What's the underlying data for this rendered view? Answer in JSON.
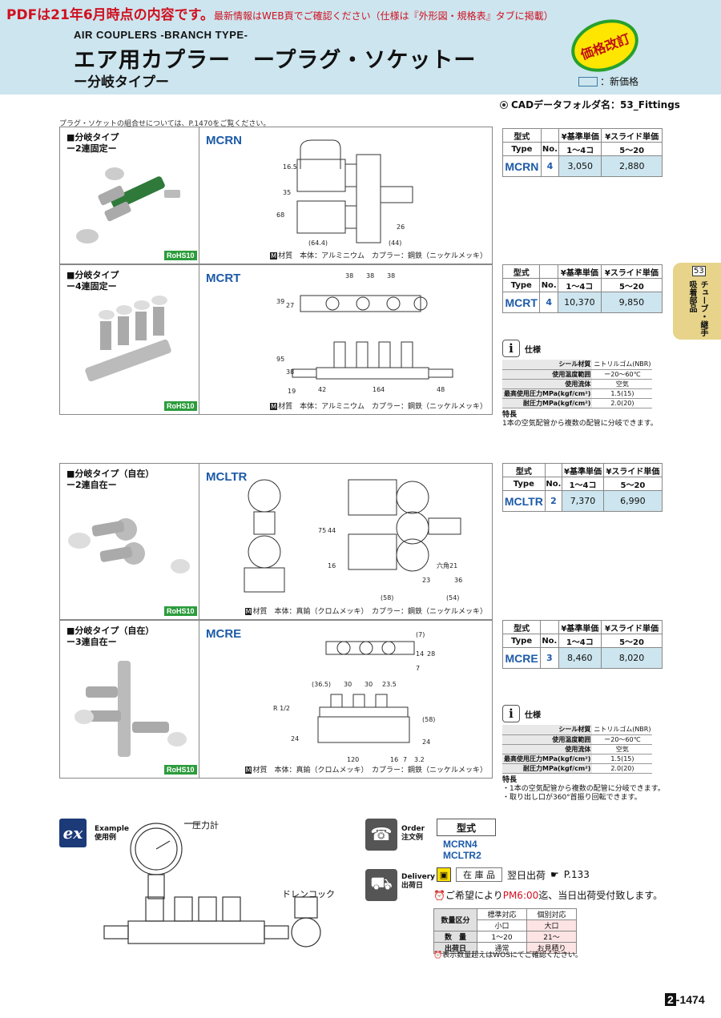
{
  "header": {
    "pdf_notice_main": "PDFは21年6月時点の内容です。",
    "pdf_notice_sub": "最新情報はWEB頁でご確認ください（仕様は『外形図・規格表』タブに掲載）",
    "english_title": "AIR COUPLERS -BRANCH TYPE-",
    "title": "エア用カプラー　ープラグ・ソケットー",
    "subtitle": "ー分岐タイプー",
    "price_badge": "価格改訂",
    "new_price_legend": "：新価格"
  },
  "cad": "CADデータフォルダ名：53_Fittings",
  "combo_note": "プラグ・ソケットの組合せについては、P.1470をご覧ください。",
  "sections": [
    {
      "label1": "■分岐タイプ",
      "label2": "ー2連固定ー",
      "model": "MCRN",
      "rohs": "RoHS10",
      "material": "材質　本体：アルミニウム　カプラー：鋼鉄（ニッケルメッキ）",
      "dims": [
        "16.5",
        "35",
        "68",
        "26",
        "(64.4)",
        "(44)"
      ]
    },
    {
      "label1": "■分岐タイプ",
      "label2": "ー4連固定ー",
      "model": "MCRT",
      "rohs": "RoHS10",
      "material": "材質　本体：アルミニウム　カプラー：鋼鉄（ニッケルメッキ）",
      "dims": [
        "38",
        "38",
        "38",
        "39",
        "27",
        "95",
        "38",
        "19",
        "42",
        "164",
        "48"
      ]
    },
    {
      "label1": "■分岐タイプ（自在）",
      "label2": "ー2連自在ー",
      "model": "MCLTR",
      "rohs": "RoHS10",
      "material": "材質　本体：真鍮（クロムメッキ）　カプラー：鋼鉄（ニッケルメッキ）",
      "dims": [
        "75",
        "44",
        "16",
        "六角21",
        "23",
        "36",
        "(58)",
        "(54)"
      ]
    },
    {
      "label1": "■分岐タイプ（自在）",
      "label2": "ー3連自在ー",
      "model": "MCRE",
      "rohs": "RoHS10",
      "material": "材質　本体：真鍮（クロムメッキ）　カプラー：鋼鉄（ニッケルメッキ）",
      "dims": [
        "(7)",
        "14",
        "28",
        "7",
        "(36.5)",
        "30",
        "30",
        "23.5",
        "R 1/2",
        "(58)",
        "24",
        "24",
        "120",
        "16",
        "7",
        "3.2"
      ]
    }
  ],
  "price_tables": [
    {
      "model": "MCRN",
      "no": "4",
      "p1": "3,050",
      "p2": "2,880"
    },
    {
      "model": "MCRT",
      "no": "4",
      "p1": "10,370",
      "p2": "9,850"
    },
    {
      "model": "MCLTR",
      "no": "2",
      "p1": "7,370",
      "p2": "6,990"
    },
    {
      "model": "MCRE",
      "no": "3",
      "p1": "8,460",
      "p2": "8,020"
    }
  ],
  "table_headers": {
    "katashiki": "型式",
    "base": "¥基準単価",
    "slide": "¥スライド単価",
    "type": "Type",
    "no": "No.",
    "q1": "1～4コ",
    "q2": "5～20"
  },
  "spec": {
    "title": "仕様",
    "rows": [
      {
        "k": "シール材質",
        "v": "ニトリルゴム(NBR)"
      },
      {
        "k": "使用温度範囲",
        "v": "ー20～60℃"
      },
      {
        "k": "使用流体",
        "v": "空気"
      },
      {
        "k": "最高使用圧力MPa(kgf/cm²)",
        "v": "1.5(15)"
      },
      {
        "k": "耐圧力MPa(kgf/cm²)",
        "v": "2.0(20)"
      }
    ],
    "feature_title": "特長",
    "feature1": "1本の空気配管から複数の配管に分岐できます。",
    "feature2a": "・1本の空気配管から複数の配管に分岐できます。",
    "feature2b": "・取り出し口が360°首振り回転できます。"
  },
  "side_tab": {
    "num": "53",
    "t1": "チューブ・継手",
    "t2": "吸着部品"
  },
  "example": {
    "icon": "ex",
    "label1": "Example",
    "label2": "使用例",
    "gauge": "圧力計",
    "drain": "ドレンコック"
  },
  "order": {
    "label1": "Order",
    "label2": "注文例",
    "type_header": "型式",
    "ex1": "MCRN4",
    "ex2": "MCLTR2"
  },
  "delivery": {
    "label1": "Delivery",
    "label2": "出荷日",
    "stock": "在 庫 品",
    "ship": "翌日出荷",
    "page": "P.133",
    "note_a": "ご希望により",
    "note_time": "PM6:00",
    "note_b": "迄、当日出荷受付致します。",
    "t_h1": "数量区分",
    "t_h2": "標準対応",
    "t_h3": "個別対応",
    "t_s2": "小口",
    "t_s3": "大口",
    "t_r1": "数　量",
    "t_r1a": "1～20",
    "t_r1b": "21～",
    "t_r2": "出荷日",
    "t_r2a": "通常",
    "t_r2b": "お見積り",
    "note2": "表示数量超えはWOSにてご確認ください。"
  },
  "page": {
    "prefix": "2",
    "num": "-1474"
  }
}
